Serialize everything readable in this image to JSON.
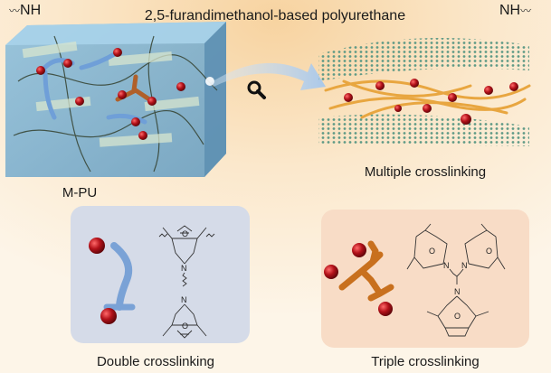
{
  "title": "2,5-furandimethanol-based polyurethane",
  "left_group": "NH",
  "right_group": "NH",
  "box_label": "M-PU",
  "top_right_label": "Multiple crosslinking",
  "bottom_left_label": "Double crosslinking",
  "bottom_right_label": "Triple crosslinking",
  "atoms": {
    "o": "O",
    "n": "N"
  },
  "icons": {
    "magnifier": "magnifier-icon",
    "arrow": "curved-arrow-icon"
  },
  "colors": {
    "background": "#fdf3e3",
    "box": "#7fb0cf",
    "double_panel": "#d5dbe8",
    "triple_panel": "#f8dcc6",
    "blue_linker": "#7aa2d6",
    "orange_linker": "#c8701e",
    "bead": "#b3121a",
    "fiber": "#e8a640",
    "sheet": "#5f9a86"
  }
}
